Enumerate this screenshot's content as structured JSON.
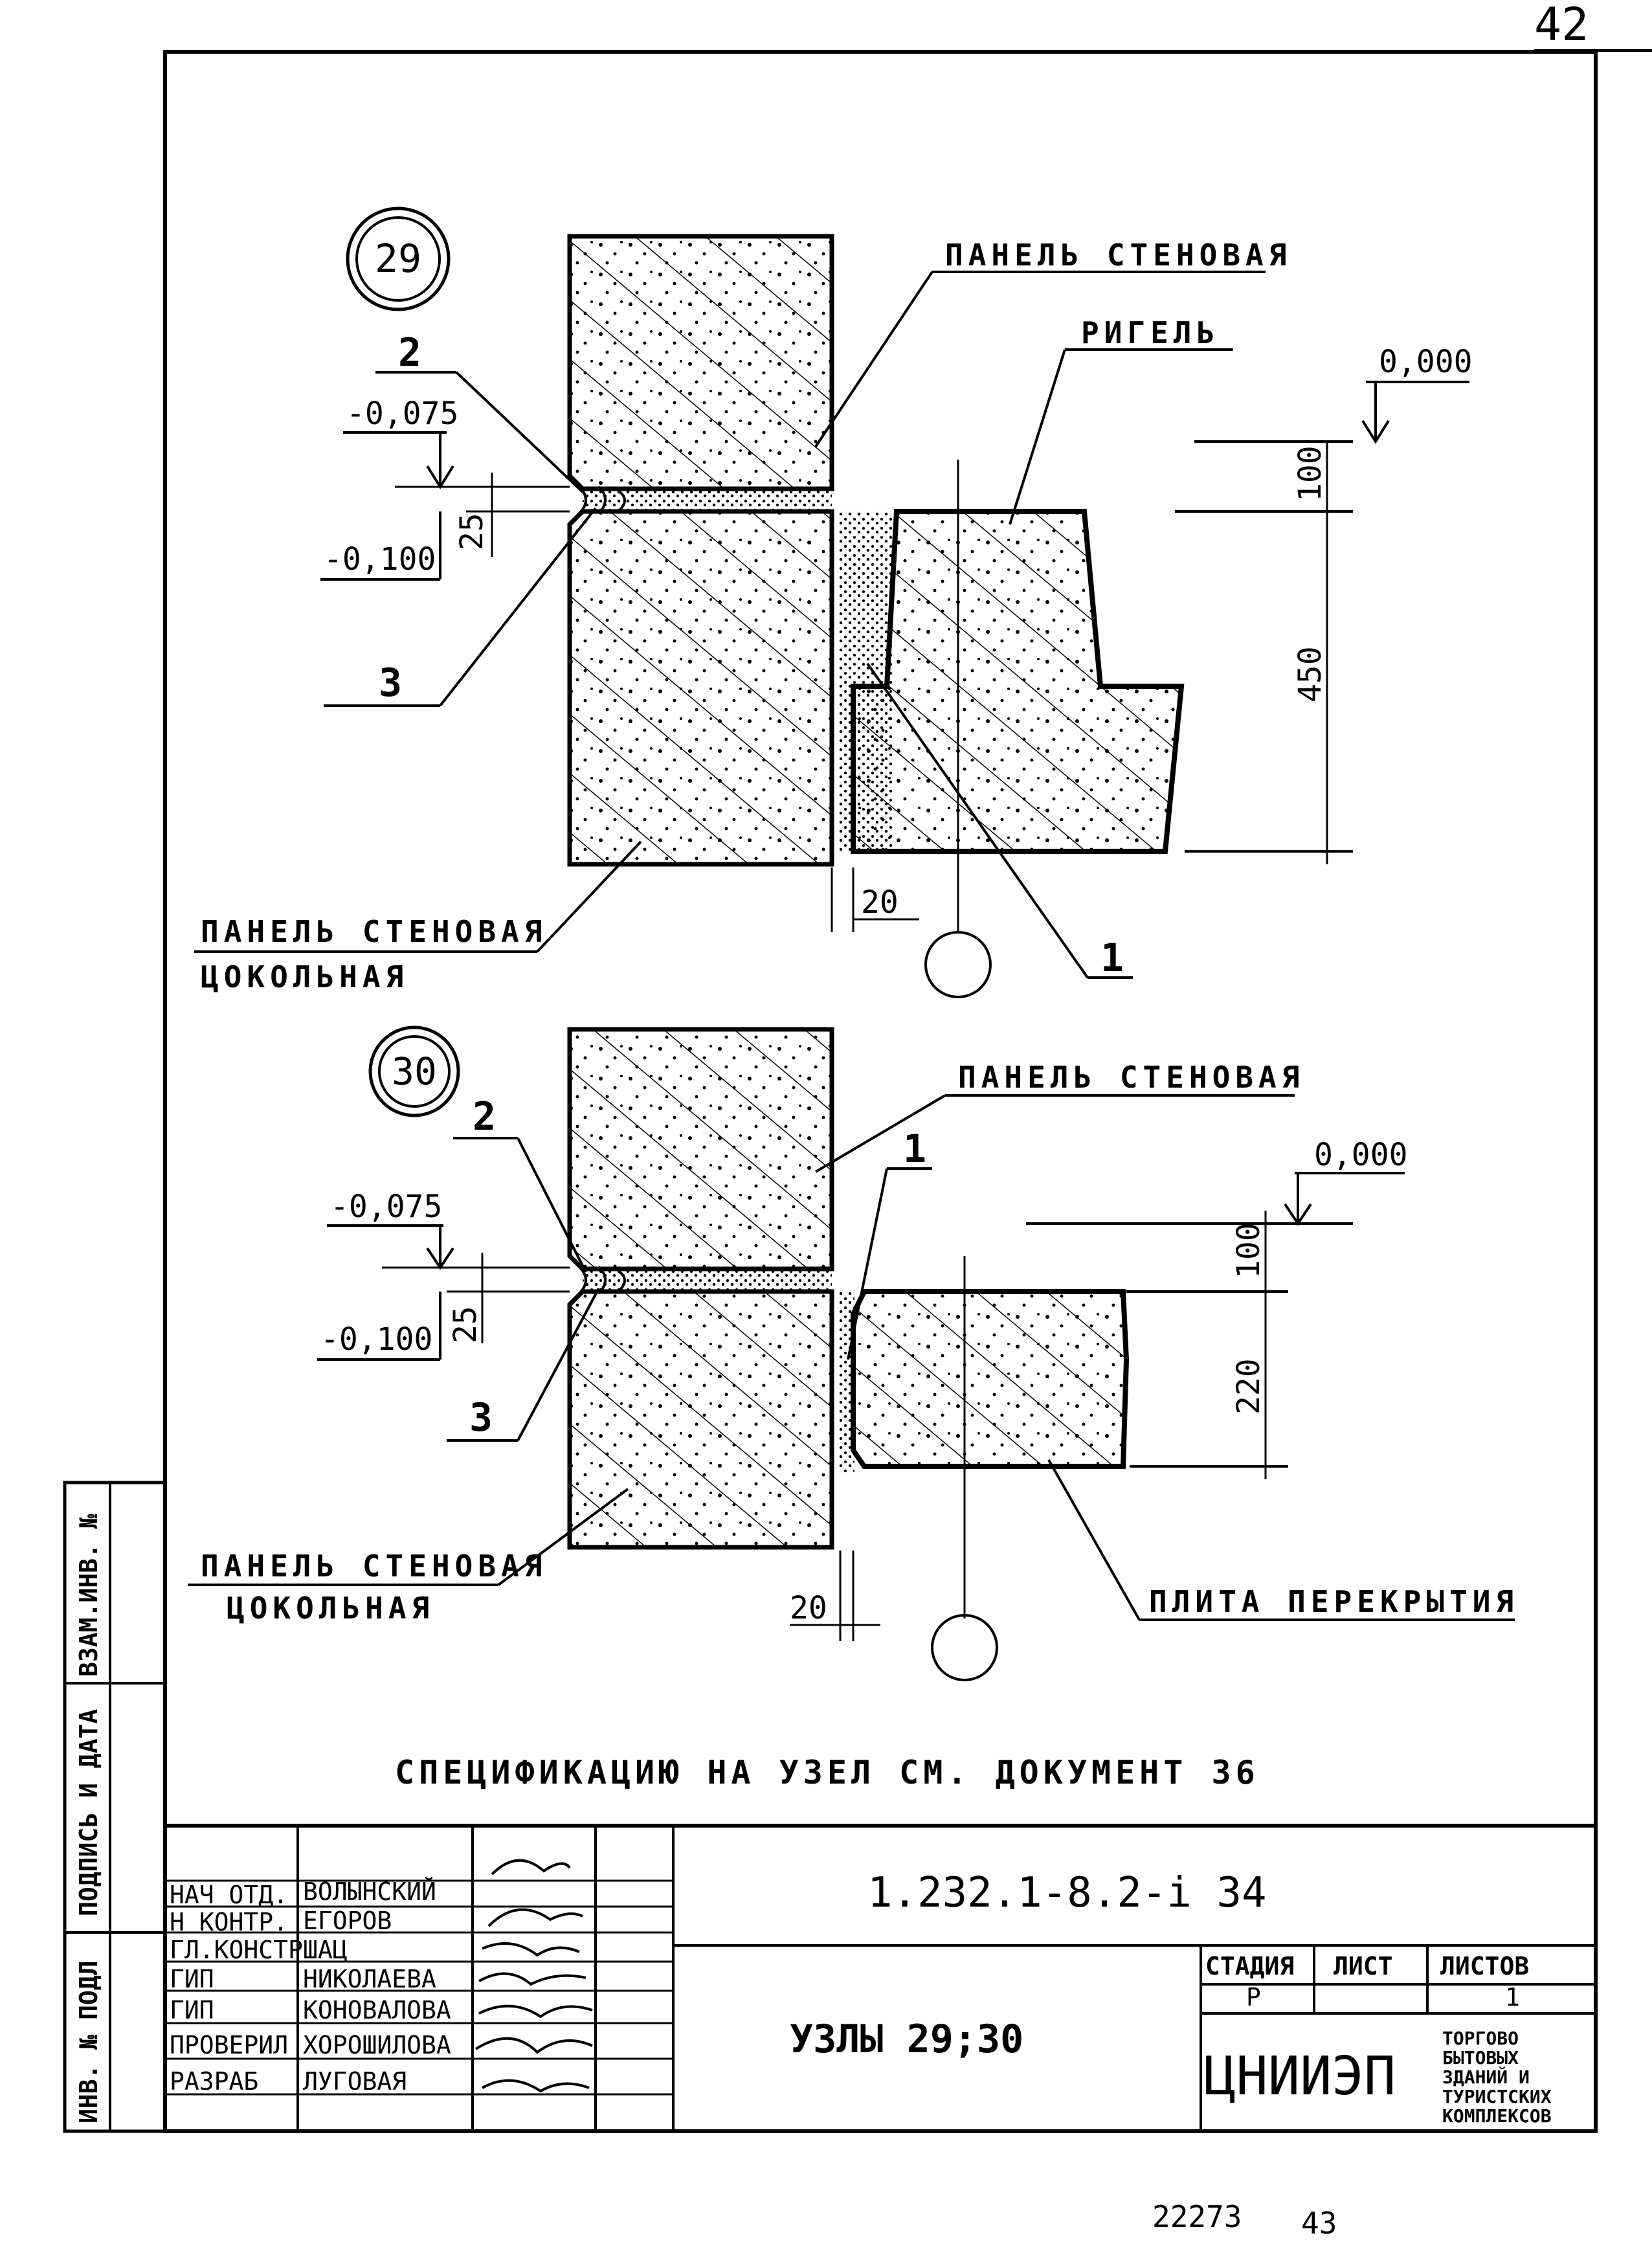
{
  "page_number_top": "42",
  "footer": {
    "archive_no": "22273",
    "page_no": "43"
  },
  "node29": {
    "badge": "29",
    "label_wall_panel": "ПАНЕЛЬ СТЕНОВАЯ",
    "label_rigel": "РИГЕЛЬ",
    "label_plinth_line1": "ПАНЕЛЬ СТЕНОВАЯ",
    "label_plinth_line2": "ЦОКОЛЬНАЯ",
    "callout_1": "1",
    "callout_2": "2",
    "callout_3": "3",
    "mark_zero": "0,000",
    "mark_m075": "-0,075",
    "mark_m100": "-0,100",
    "dim_25": "25",
    "dim_20": "20",
    "dim_100": "100",
    "dim_450": "450"
  },
  "node30": {
    "badge": "30",
    "label_wall_panel": "ПАНЕЛЬ СТЕНОВАЯ",
    "label_plinth_line1": "ПАНЕЛЬ СТЕНОВАЯ",
    "label_plinth_line2": "ЦОКОЛЬНАЯ",
    "label_slab": "ПЛИТА ПЕРЕКРЫТИЯ",
    "callout_1": "1",
    "callout_2": "2",
    "callout_3": "3",
    "mark_zero": "0,000",
    "mark_m075": "-0,075",
    "mark_m100": "-0,100",
    "dim_25": "25",
    "dim_20": "20",
    "dim_100": "100",
    "dim_220": "220"
  },
  "spec_note": "СПЕЦИФИКАЦИЮ НА УЗЕЛ СМ. ДОКУМЕНТ 36",
  "side_stamp": {
    "vzam": "ВЗАМ.ИНВ. №",
    "podpis": "ПОДПИСЬ И ДАТА",
    "inv": "ИНВ. № ПОДЛ"
  },
  "title_block": {
    "doc_code": "1.232.1-8.2-i 34",
    "sheet_title": "УЗЛЫ 29;30",
    "stage_header": "СТАДИЯ",
    "sheet_header": "ЛИСТ",
    "sheets_header": "ЛИСТОВ",
    "stage_value": "Р",
    "sheet_value": "",
    "sheets_value": "1",
    "org_name": "ЦНИИЭП",
    "org_desc": [
      "ТОРГОВО",
      "БЫТОВЫХ",
      "ЗДАНИЙ И",
      "ТУРИСТСКИХ",
      "КОМПЛЕКСОВ"
    ],
    "staff": [
      {
        "role": "НАЧ ОТД.",
        "name": "ВОЛЫНСКИЙ"
      },
      {
        "role": "Н КОНТР.",
        "name": "ЕГОРОВ"
      },
      {
        "role": "ГЛ.КОНСТР",
        "name": "ШАЦ"
      },
      {
        "role": "ГИП",
        "name": "НИКОЛАЕВА"
      },
      {
        "role": "ГИП",
        "name": "КОНОВАЛОВА"
      },
      {
        "role": "ПРОВЕРИЛ",
        "name": "ХОРОШИЛОВА"
      },
      {
        "role": "РАЗРАБ",
        "name": "ЛУГОВАЯ"
      }
    ]
  }
}
